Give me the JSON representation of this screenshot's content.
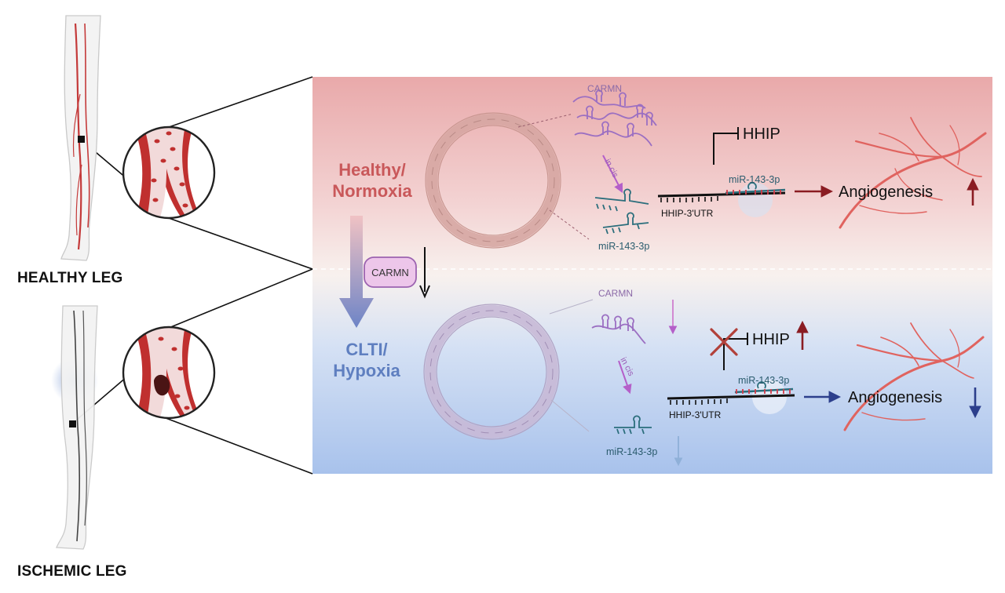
{
  "legs": {
    "healthy": "HEALTHY LEG",
    "ischemic": "ISCHEMIC LEG"
  },
  "conditions": {
    "healthy_line1": "Healthy/",
    "healthy_line2": "Normoxia",
    "clti_line1": "CLTI/",
    "clti_line2": "Hypoxia"
  },
  "carmn_box": "CARMN",
  "top_panel": {
    "carmn": "CARMN",
    "in_cis": "in cis",
    "mir_free": "miR-143-3p",
    "mir_bound": "miR-143-3p",
    "utr": "HHIP-3'UTR",
    "hhip": "HHIP",
    "angiogenesis": "Angiogenesis"
  },
  "bottom_panel": {
    "carmn": "CARMN",
    "in_cis": "in cis",
    "mir_free": "miR-143-3p",
    "mir_bound": "miR-143-3p",
    "utr": "HHIP-3'UTR",
    "hhip": "HHIP",
    "angiogenesis": "Angiogenesis"
  },
  "colors": {
    "healthy_text": "#c9585a",
    "hypoxia_text": "#5f7fc0",
    "up_arrow": "#8a1c22",
    "down_arrow": "#2c3f8c",
    "rna_purple": "#9b6fc2",
    "rna_teal": "#2b6e7c",
    "vessel_red": "#e0635f"
  }
}
